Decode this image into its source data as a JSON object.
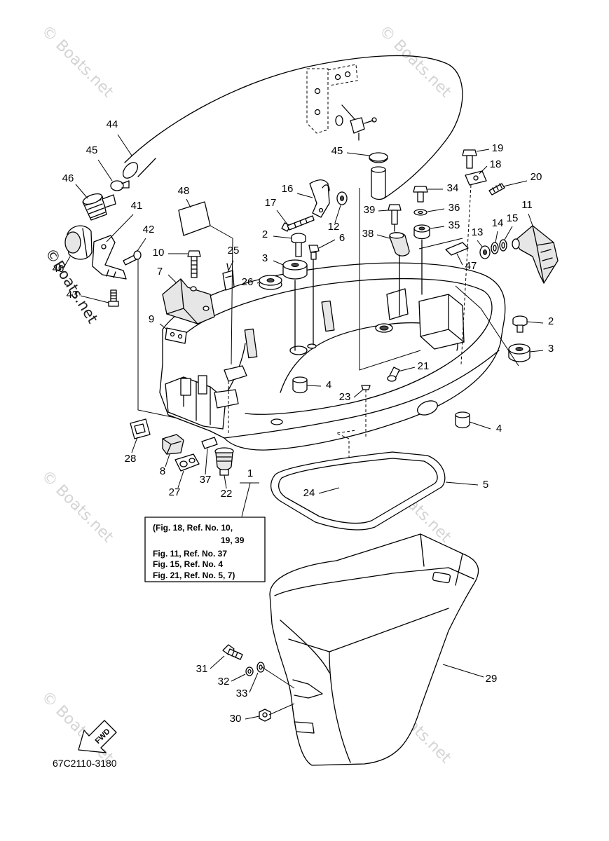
{
  "diagram": {
    "callouts": [
      "44",
      "45",
      "46",
      "41",
      "42",
      "40",
      "43",
      "48",
      "16",
      "17",
      "10",
      "7",
      "25",
      "2",
      "6",
      "3",
      "26",
      "12",
      "9",
      "45",
      "19",
      "18",
      "20",
      "34",
      "39",
      "36",
      "35",
      "38",
      "11",
      "14",
      "15",
      "13",
      "47",
      "2",
      "3",
      "21",
      "4",
      "23",
      "4",
      "28",
      "8",
      "27",
      "37",
      "22",
      "1",
      "24",
      "5",
      "29",
      "31",
      "32",
      "33",
      "30"
    ],
    "note_lines": [
      "(Fig. 18, Ref. No. 10,",
      "19, 39",
      "Fig. 11, Ref. No. 37",
      "Fig. 15, Ref. No. 4",
      "Fig. 21, Ref. No. 5, 7)"
    ],
    "fwd_label": "FWD",
    "drawing_code": "67C2110-3180",
    "watermark": "© Boats.net",
    "watermark_left": "©Boats.net"
  }
}
